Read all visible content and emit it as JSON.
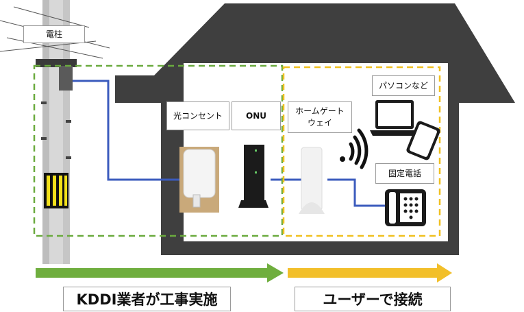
{
  "labels": {
    "pole": "電柱",
    "optical_outlet": "光コンセント",
    "onu": "ONU",
    "home_gateway": "ホームゲート\nウェイ",
    "pc_etc": "パソコンなど",
    "landline": "固定電話",
    "kddi_work": "KDDI業者が工事実施",
    "user_connect": "ユーザーで接続"
  },
  "colors": {
    "house": "#3f3f3f",
    "cable": "#3b5bbd",
    "green_zone": "#6aaa3e",
    "yellow_zone": "#f0c020",
    "green_arrow": "#6fae3e",
    "yellow_arrow": "#f2bf2a"
  }
}
